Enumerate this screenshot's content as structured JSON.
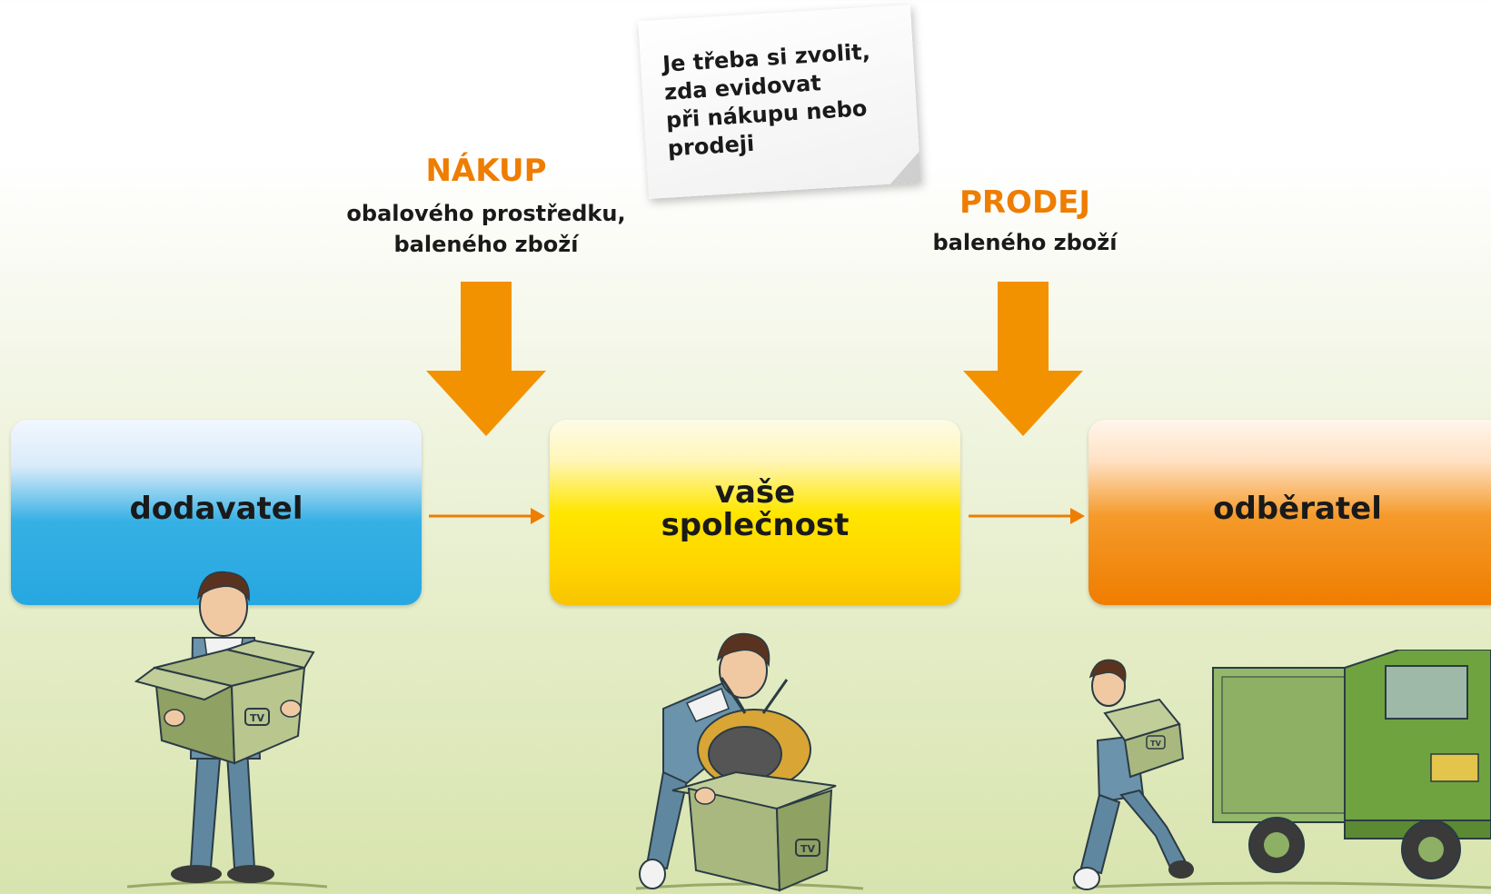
{
  "note": {
    "lines": [
      "Je třeba si zvolit,",
      "zda evidovat",
      "při nákupu nebo",
      "prodeji"
    ]
  },
  "purchase": {
    "title": "NÁKUP",
    "subtitle_lines": [
      "obalového prostředku,",
      "baleného zboží"
    ]
  },
  "sale": {
    "title": "PRODEJ",
    "subtitle": "baleného zboží"
  },
  "nodes": {
    "supplier": "dodavatel",
    "company_lines": [
      "vaše",
      "společnost"
    ],
    "customer": "odběratel"
  },
  "box_marking": "TV",
  "colors": {
    "accent_orange": "#ee7d00",
    "arrow_orange": "#f39200",
    "supplier_blue": "#27a7e0",
    "company_yellow": "#ffe600",
    "customer_orange": "#ef7d00"
  }
}
